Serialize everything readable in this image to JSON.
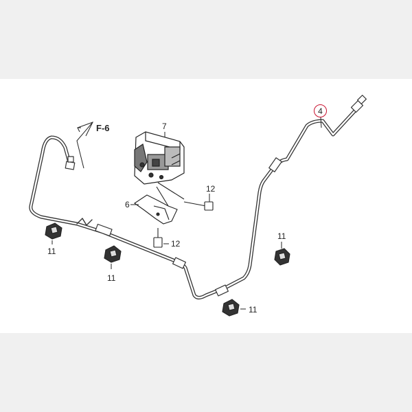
{
  "diagram": {
    "callouts": {
      "ref_f6": "F-6",
      "part_7": "7",
      "part_12_top": "12",
      "part_6": "6",
      "part_12_bottom": "12",
      "part_11_left": "11",
      "part_11_mid": "11",
      "part_11_right": "11",
      "part_11_bottom": "11",
      "part_4": "4"
    },
    "highlight_color": "#c8102e",
    "line_color": "#333333",
    "icons": [
      "abs-modulator-icon",
      "mounting-bracket-icon",
      "bolt-icon",
      "pipe-clip-icon",
      "brake-pipe-icon"
    ]
  }
}
